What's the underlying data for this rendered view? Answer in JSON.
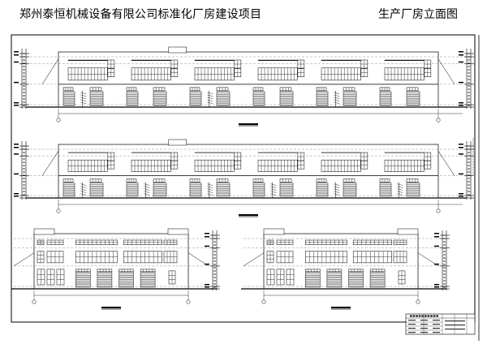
{
  "header": {
    "project_title": "郑州泰恒机械设备有限公司标准化厂房建设项目",
    "sheet_title": "生产厂房立面图"
  },
  "colors": {
    "line": "#000000",
    "door_fill": "#555555",
    "dashed_level": "#777777"
  },
  "drawings": [
    {
      "id": "long-elevation-front",
      "bays": 6
    },
    {
      "id": "long-elevation-rear",
      "bays": 6
    },
    {
      "id": "side-elevation-left",
      "doors": 4
    },
    {
      "id": "side-elevation-right",
      "doors": 4
    }
  ]
}
